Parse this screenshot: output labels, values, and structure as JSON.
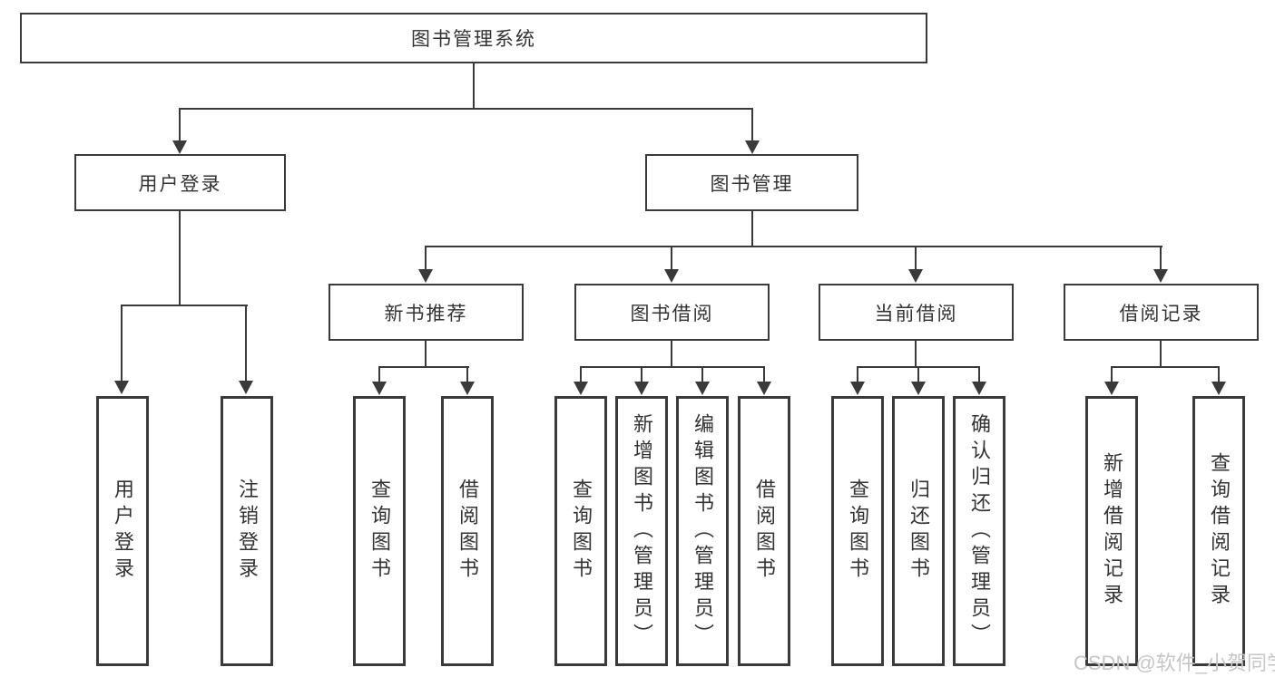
{
  "diagram": {
    "root": {
      "label": "图书管理系统"
    },
    "branches": [
      {
        "label": "用户登录",
        "children": [
          {
            "label": "用户登录"
          },
          {
            "label": "注销登录"
          }
        ]
      },
      {
        "label": "图书管理",
        "sections": [
          {
            "label": "新书推荐",
            "children": [
              {
                "label": "查询图书"
              },
              {
                "label": "借阅图书"
              }
            ]
          },
          {
            "label": "图书借阅",
            "children": [
              {
                "label": "查询图书"
              },
              {
                "label": "新增图书（管理员）"
              },
              {
                "label": "编辑图书（管理员）"
              },
              {
                "label": "借阅图书"
              }
            ]
          },
          {
            "label": "当前借阅",
            "children": [
              {
                "label": "查询图书"
              },
              {
                "label": "归还图书"
              },
              {
                "label": "确认归还（管理员）"
              }
            ]
          },
          {
            "label": "借阅记录",
            "children": [
              {
                "label": "新增借阅记录"
              },
              {
                "label": "查询借阅记录"
              }
            ]
          }
        ]
      }
    ]
  },
  "watermark": {
    "text": "CSDN @软件_小贺同学"
  },
  "colors": {
    "line": "#3a3a3a",
    "text": "#333333",
    "background": "#ffffff",
    "watermark": "#c6c6c6"
  }
}
